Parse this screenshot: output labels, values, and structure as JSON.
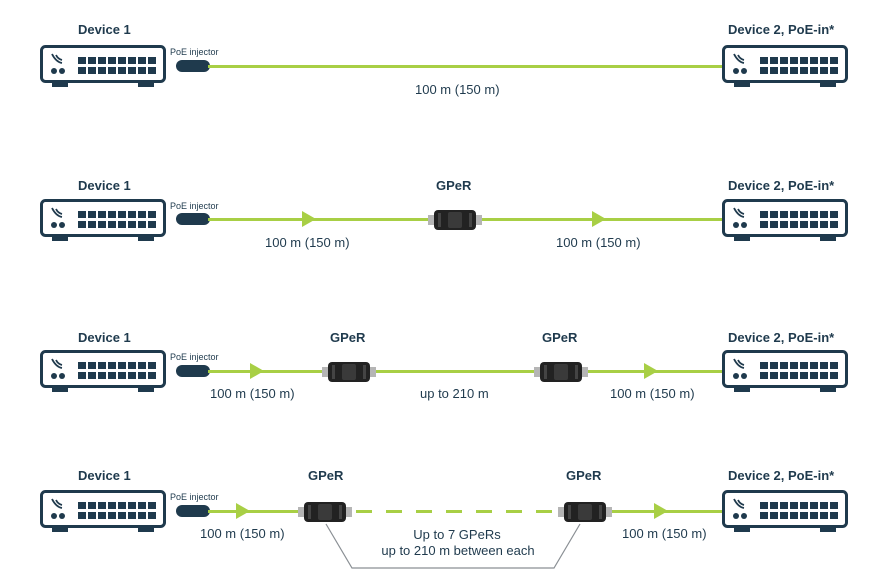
{
  "labels": {
    "device1": "Device 1",
    "device2": "Device 2, PoE-in*",
    "poe_injector": "PoE injector",
    "gper": "GPeR"
  },
  "rows": [
    {
      "d1": "100 m (150 m)"
    },
    {
      "d1": "100 m (150 m)",
      "d2": "100 m (150 m)"
    },
    {
      "d1": "100 m (150 m)",
      "d2": "up to 210 m",
      "d3": "100 m (150 m)"
    },
    {
      "d1": "100 m (150 m)",
      "d2": "100 m (150 m)",
      "note_line1": "Up to 7 GPeRs",
      "note_line2": "up to 210 m between each"
    }
  ],
  "colors": {
    "cable": "#a8cf45",
    "device": "#1f3a4d",
    "gper": "#222222"
  }
}
